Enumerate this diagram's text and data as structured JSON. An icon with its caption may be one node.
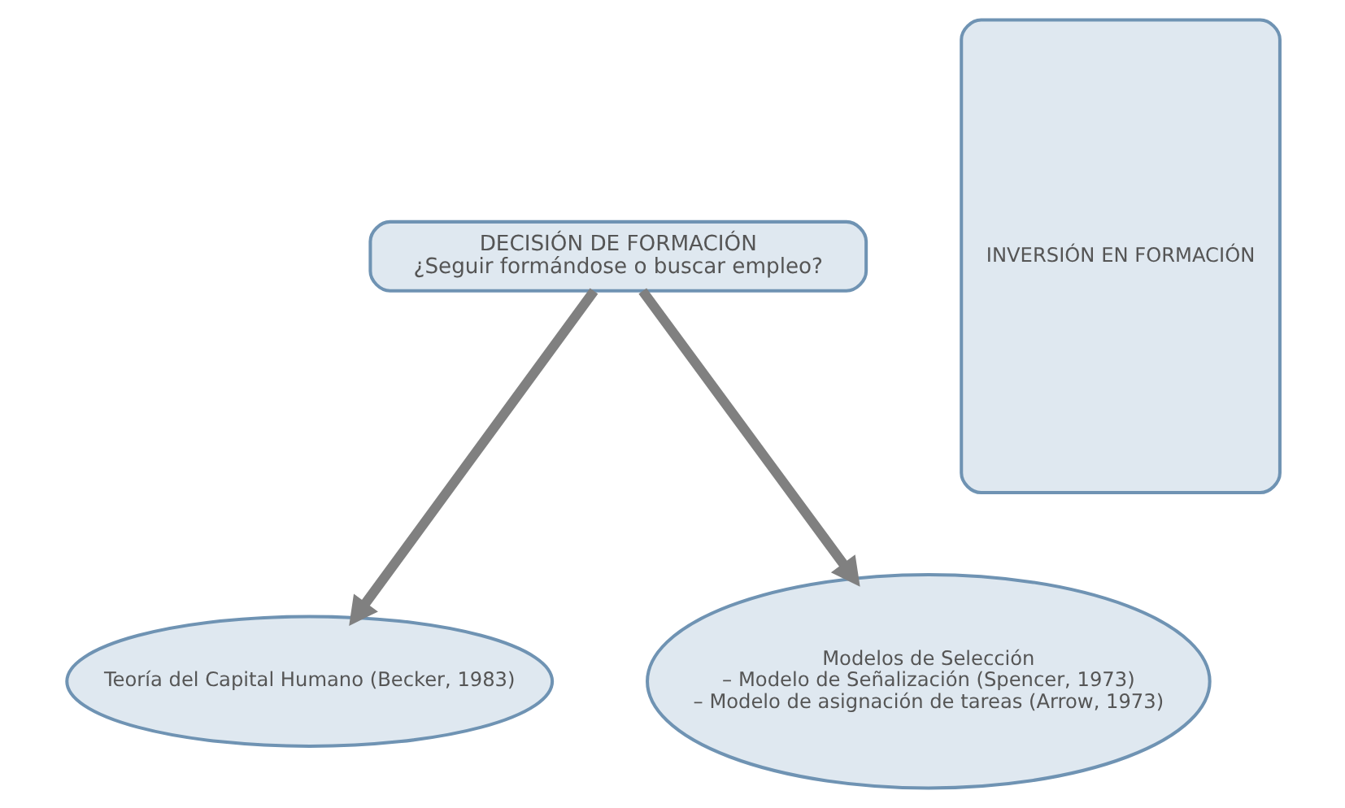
{
  "diagram": {
    "nodes": [
      {
        "text": [
          "DECISIÓN DE FORMACIÓN",
          "¿Seguir formándose o buscar empleo?"
        ]
      },
      {
        "text": [
          "Teoría del Capital Humano (Becker, 1983)"
        ]
      },
      {
        "text": [
          "Modelos de Selección",
          "– Modelo de Señalización (Spencer, 1973)",
          "– Modelo de asignación de tareas (Arrow, 1973)"
        ]
      },
      {
        "text": [
          "INVERSIÓN EN FORMACIÓN"
        ]
      }
    ],
    "edges": [
      {
        "from": 0,
        "to": 1,
        "arrow": "to"
      },
      {
        "from": 0,
        "to": 2,
        "arrow": "to"
      }
    ]
  }
}
